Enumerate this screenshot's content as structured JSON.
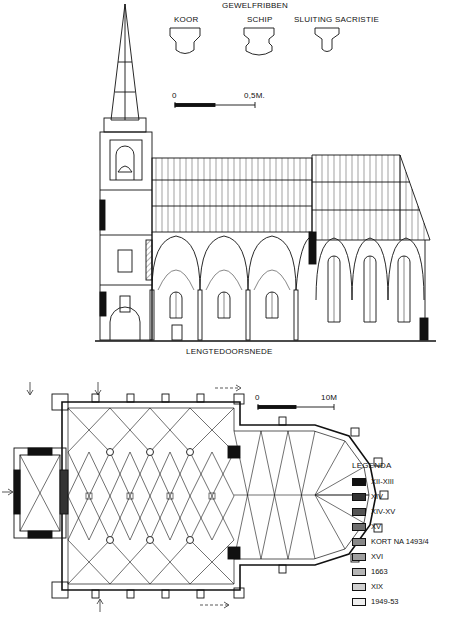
{
  "diagram": {
    "labels": [
      "GEWELFRIBBEN",
      "KOOR",
      "SCHIP",
      "SLUITING SACRISTIE",
      "0",
      "0,5M.",
      "LENGTEDOORSNEDE",
      "0",
      "10M",
      "LEGENDA"
    ],
    "legend": [
      {
        "text": "XII-XIII",
        "color": "#111111"
      },
      {
        "text": "XIV",
        "color": "#333333"
      },
      {
        "text": "XIV-XV",
        "color": "#555555"
      },
      {
        "text": "XV",
        "color": "#6e6e6e"
      },
      {
        "text": "KORT NA 1493/4",
        "color": "#888888"
      },
      {
        "text": "XVI",
        "color": "#9e9e9e"
      },
      {
        "text": "1663",
        "color": "#b5b5b5"
      },
      {
        "text": "XIX",
        "color": "#cfcfcf"
      },
      {
        "text": "1949-53",
        "color": "#efefef"
      }
    ]
  }
}
